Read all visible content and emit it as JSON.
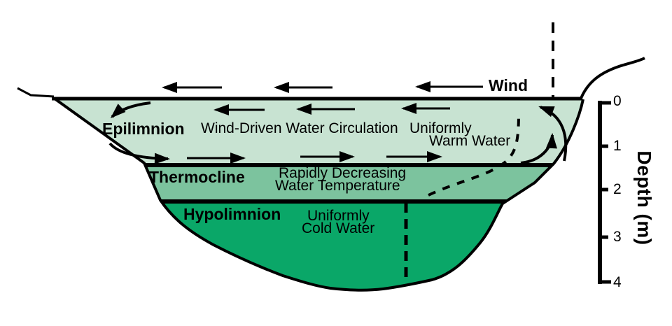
{
  "wind": {
    "label": "Wind"
  },
  "layers": [
    {
      "name": "Epilimnion",
      "description": "Wind-Driven Water Circulation",
      "note_line1": "Uniformly",
      "note_line2": "Warm Water",
      "color": "#c8e3d2"
    },
    {
      "name": "Thermocline",
      "note_line1": "Rapidly Decreasing",
      "note_line2": "Water Temperature",
      "color": "#7cc39e"
    },
    {
      "name": "Hypolimnion",
      "note_line1": "Uniformly",
      "note_line2": "Cold Water",
      "color": "#0aa768"
    }
  ],
  "depth_scale": {
    "axis_label": "Depth (m)",
    "ticks": [
      "0",
      "1",
      "2",
      "3",
      "4"
    ]
  },
  "colors": {
    "outline": "#000000",
    "background": "#ffffff"
  },
  "icons": {
    "wind_arrow": "left-arrow",
    "surface_current_arrows": "left-arrow",
    "return_current_arrows": "right-arrow",
    "downwelling_arrow": "curved-down-left-arrow",
    "upwelling_arrows": "curved-up-arrow",
    "mixing_path": "dashed-curve",
    "sampling_lines": "dashed-vertical-line"
  }
}
